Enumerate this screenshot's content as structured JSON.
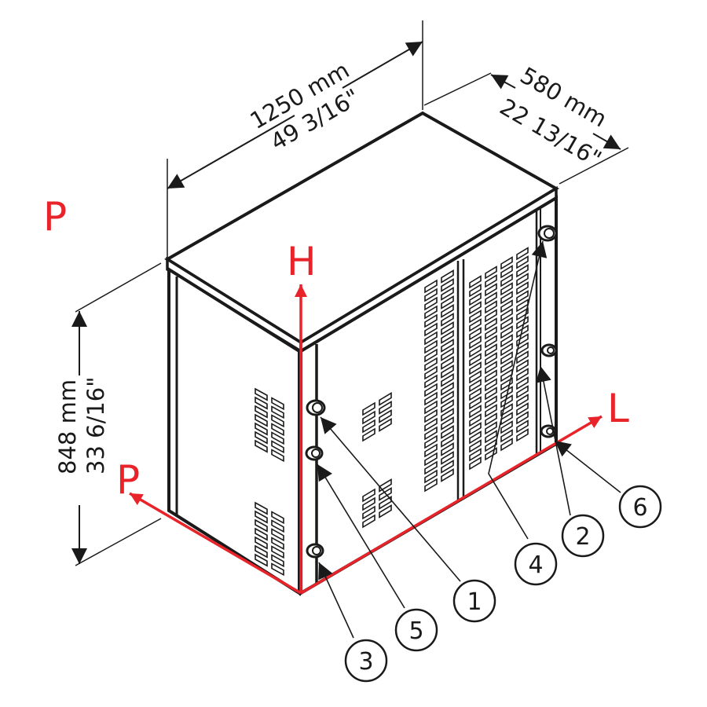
{
  "dimensions": {
    "width_mm": "1250 mm",
    "width_in": "49 3/16\"",
    "depth_mm": "580 mm",
    "depth_in": "22 13/16\"",
    "height_mm": "848 mm",
    "height_in": "33 6/16\""
  },
  "axes": {
    "height": "H",
    "length": "L",
    "depth": "P",
    "top_left": "P"
  },
  "callouts": [
    "1",
    "2",
    "3",
    "4",
    "5",
    "6"
  ],
  "colors": {
    "accent": "#e8232a",
    "ink": "#1a1a1a"
  }
}
